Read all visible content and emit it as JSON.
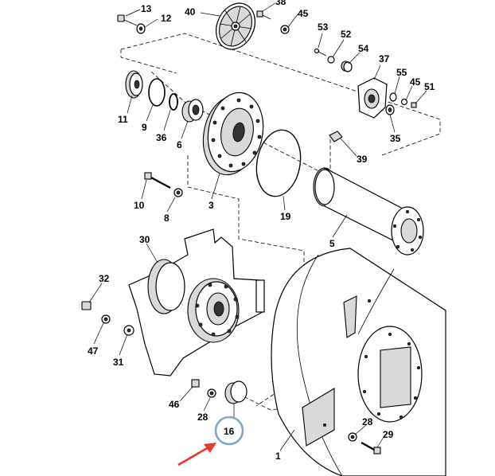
{
  "callouts": {
    "c13": "13",
    "c12": "12",
    "c40": "40",
    "c38": "38",
    "c45a": "45",
    "c53": "53",
    "c52": "52",
    "c54": "54",
    "c37": "37",
    "c55": "55",
    "c45b": "45",
    "c51": "51",
    "c11": "11",
    "c9": "9",
    "c36": "36",
    "c6": "6",
    "c35": "35",
    "c39": "39",
    "c10": "10",
    "c8": "8",
    "c3": "3",
    "c19": "19",
    "c5": "5",
    "c30": "30",
    "c32": "32",
    "c47": "47",
    "c31": "31",
    "c46": "46",
    "c28a": "28",
    "c16": "16",
    "c28b": "28",
    "c29": "29",
    "c1": "1"
  },
  "highlight": {
    "target": "16",
    "ring_color": "#7fa6cf",
    "arrow_color": "#e8382b"
  },
  "colors": {
    "line": "#000000",
    "shade": "#d9d9d9",
    "background": "#ffffff"
  }
}
